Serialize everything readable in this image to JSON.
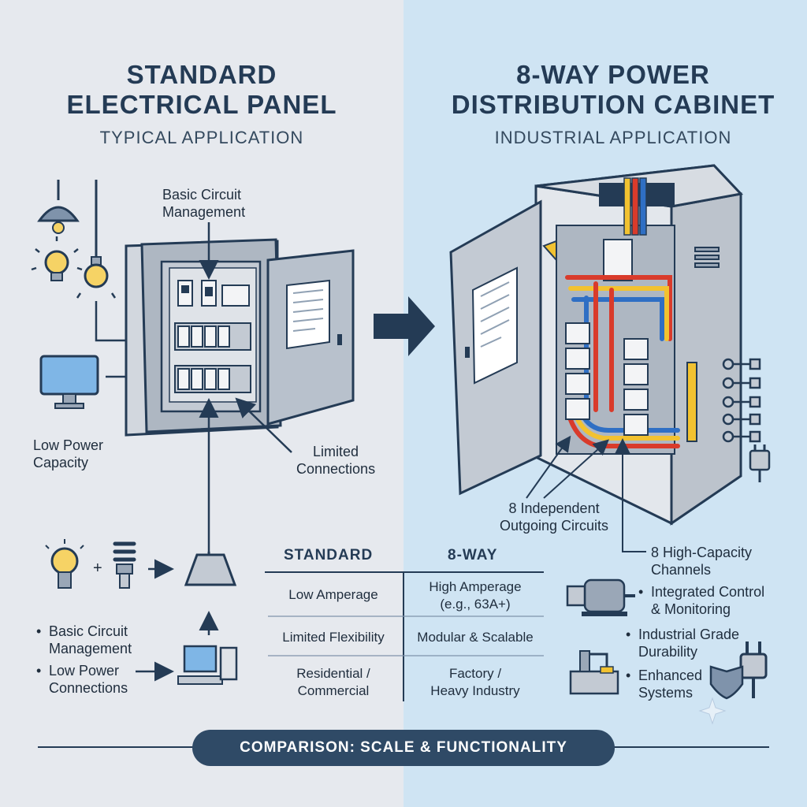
{
  "left": {
    "title_line1": "STANDARD",
    "title_line2": "ELECTRICAL PANEL",
    "subtitle": "TYPICAL APPLICATION",
    "callout_top_line1": "Basic Circuit",
    "callout_top_line2": "Management",
    "callout_left_line1": "Low Power",
    "callout_left_line2": "Capacity",
    "callout_right_line1": "Limited",
    "callout_right_line2": "Connections",
    "bullets": [
      {
        "line1": "Basic Circuit",
        "line2": "Management"
      },
      {
        "line1": "Low Power",
        "line2": "Connections"
      }
    ],
    "plus_sign": "+"
  },
  "right": {
    "title_line1": "8-WAY POWER",
    "title_line2": "DISTRIBUTION CABINET",
    "subtitle": "INDUSTRIAL APPLICATION",
    "callout_circuits_line1": "8 Independent",
    "callout_circuits_line2": "Outgoing Circuits",
    "callout_channels_line1": "8 High-Capacity",
    "callout_channels_line2": "Channels",
    "bullets": [
      {
        "line1": "Integrated Control",
        "line2": "& Monitoring"
      },
      {
        "line1": "Industrial Grade",
        "line2": "Durability"
      },
      {
        "line1": "Enhanced",
        "line2": "Systems"
      }
    ]
  },
  "table": {
    "header_left": "STANDARD",
    "header_right": "8-WAY",
    "rows": [
      {
        "left_line1": "Low Amperage",
        "left_line2": "",
        "right_line1": "High Amperage",
        "right_line2": "(e.g., 63A+)"
      },
      {
        "left_line1": "Limited Flexibility",
        "left_line2": "",
        "right_line1": "Modular & Scalable",
        "right_line2": ""
      },
      {
        "left_line1": "Residential /",
        "left_line2": "Commercial",
        "right_line1": "Factory /",
        "right_line2": "Heavy Industry"
      }
    ]
  },
  "footer": {
    "banner": "COMPARISON: SCALE & FUNCTIONALITY"
  },
  "colors": {
    "navy": "#243b55",
    "wire_red": "#d93b2b",
    "wire_yellow": "#f2c230",
    "wire_blue": "#2f6fc4",
    "panel_gray": "#c9ced6"
  }
}
